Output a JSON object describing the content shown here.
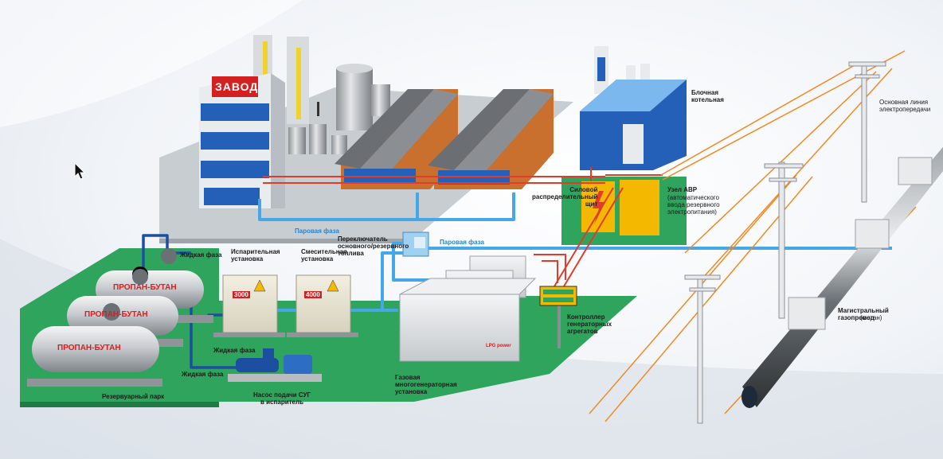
{
  "factory_sign": "ЗАВОД",
  "tanks": [
    {
      "label": "ПРОПАН-БУТАН"
    },
    {
      "label": "ПРОПАН-БУТАН"
    },
    {
      "label": "ПРОПАН-БУТАН"
    }
  ],
  "cabinets": {
    "evaporator_number": "3000",
    "mixer_number": "4000"
  },
  "generator_brand": "LPG\npower",
  "labels": {
    "boiler_room": "Блочная\nкотельная",
    "power_line": "Основная линия\nэлектропередачи",
    "power_board": "Силовой\nраспределительный\nщит",
    "ats_title": "Узел АВР",
    "ats_desc": "(автоматического\nввода резервного\nэлектропитания)",
    "steam_phase_1": "Паровая фаза",
    "steam_phase_2": "Паровая фаза",
    "fuel_switch": "Переключатель\nосновного/резервного\nтоплива",
    "evaporator": "Испарительная\nустановка",
    "mixer": "Смесительная\nустановка",
    "liquid_phase_1": "Жидкая фаза",
    "liquid_phase_2": "Жидкая фаза",
    "liquid_phase_3": "Жидкая фаза",
    "controller": "Контроллер\nгенераторных\nагрегатов",
    "pipeline_title": "Магистральный\nгазопровод",
    "pipeline_sub": "(метан)",
    "gas_generator": "Газовая\nмногогенераторная\nустановка",
    "pump": "Насос подачи СУГ\nв испаритель",
    "tank_farm": "Резервуарный парк"
  },
  "colors": {
    "platform": "#2fa45d",
    "ground": "#c8cdd2",
    "steam_pipe": "#45a6e8",
    "liquid_pipe": "#1c4fa0",
    "power_cable": "#e23b2c",
    "power_line": "#f08a24",
    "warehouse_wall": "#c9702f",
    "boiler_blue": "#2460b8",
    "ats_yellow": "#f5b800"
  }
}
